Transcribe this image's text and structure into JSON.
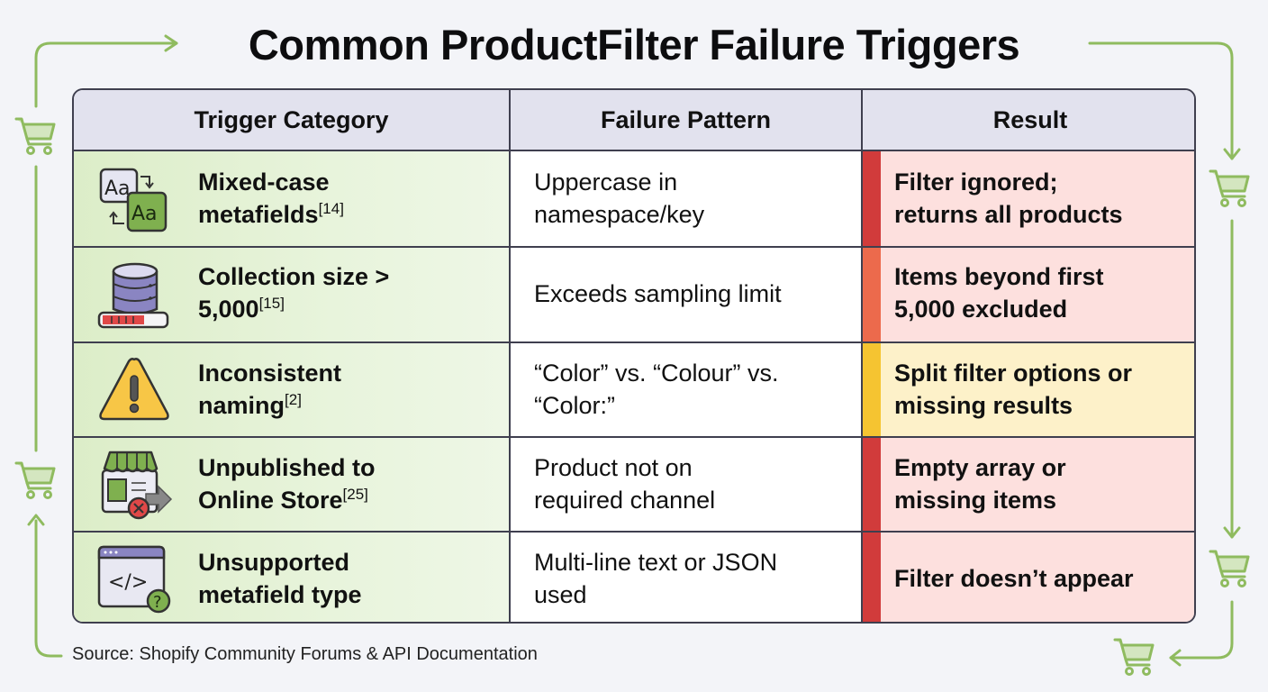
{
  "title": "Common ProductFilter Failure Triggers",
  "table": {
    "headers": [
      "Trigger Category",
      "Failure Pattern",
      "Result"
    ],
    "rows": [
      {
        "icon": "case-swap-icon",
        "trigger": "Mixed-case metafields",
        "trigger_line1": "Mixed-case",
        "trigger_line2": "metafields",
        "ref": "[14]",
        "pattern_line1": "Uppercase in",
        "pattern_line2": "namespace/key",
        "result_line1": "Filter ignored;",
        "result_line2": "returns all products",
        "severity_color": "#d13b3b",
        "result_bg": "#fde0de"
      },
      {
        "icon": "database-limit-icon",
        "trigger_line1": "Collection size >",
        "trigger_line2": "5,000",
        "ref": "[15]",
        "pattern_line1": "Exceeds sampling limit",
        "pattern_line2": "",
        "result_line1": "Items beyond first",
        "result_line2": "5,000 excluded",
        "severity_color": "#ec6a4c",
        "result_bg": "#fde0de"
      },
      {
        "icon": "warning-icon",
        "trigger_line1": "Inconsistent",
        "trigger_line2": "naming",
        "ref": "[2]",
        "pattern_line1": "“Color” vs. “Colour” vs.",
        "pattern_line2": "“Color:”",
        "result_line1": "Split filter options or",
        "result_line2": "missing results",
        "severity_color": "#f5c431",
        "result_bg": "#fdf1c9"
      },
      {
        "icon": "storefront-unpublished-icon",
        "trigger_line1": "Unpublished to",
        "trigger_line2": "Online Store",
        "ref": "[25]",
        "pattern_line1": "Product not on",
        "pattern_line2": "required channel",
        "result_line1": "Empty array or",
        "result_line2": "missing items",
        "severity_color": "#d13b3b",
        "result_bg": "#fde0de"
      },
      {
        "icon": "code-window-question-icon",
        "trigger_line1": "Unsupported",
        "trigger_line2": "metafield type",
        "ref": "",
        "pattern_line1": "Multi-line text or JSON",
        "pattern_line2": "used",
        "result_line1": "Filter doesn’t appear",
        "result_line2": "",
        "severity_color": "#d13b3b",
        "result_bg": "#fde0de"
      }
    ]
  },
  "source": "Source: Shopify Community Forums & API Documentation",
  "colors": {
    "accent_green": "#8fbb5f",
    "header_bg": "#e2e2ee",
    "trigger_bg": "#e3f0d5",
    "severity_high": "#d13b3b",
    "severity_orange": "#ec6a4c",
    "severity_medium": "#f5c431"
  },
  "decorations": {
    "cart_icons": 6,
    "flow_arrows": "green looping arrows around table"
  }
}
